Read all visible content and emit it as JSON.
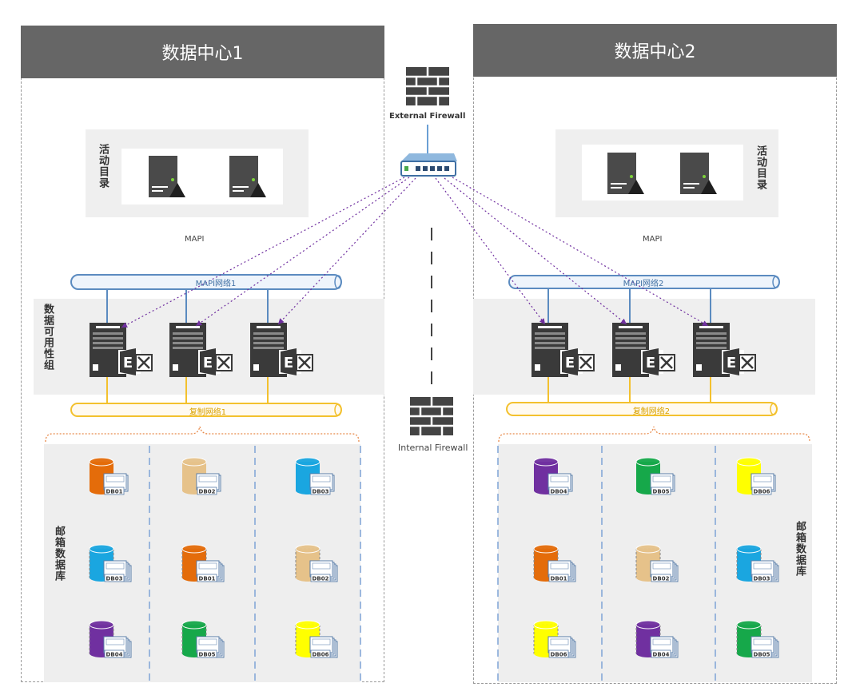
{
  "dc1": {
    "title": "数据中心1",
    "ad_label": "活动目录",
    "mapi": "MAPI",
    "mapi_net": "MAPI网络1",
    "repl_net": "复制网络1",
    "dag_label": "数据可用性组",
    "mailbox_label": "邮箱数据库"
  },
  "dc2": {
    "title": "数据中心2",
    "ad_label": "活动目录",
    "mapi": "MAPI",
    "mapi_net": "MAPI网络2",
    "repl_net": "复制网络2",
    "mailbox_label": "邮箱数据库"
  },
  "external_firewall": "External Firewall",
  "internal_firewall": "Internal Firewall",
  "colors": {
    "orange": "#e46c0a",
    "tan": "#e6c28a",
    "blue": "#1aa6e0",
    "purple": "#7030a0",
    "green": "#16a84a",
    "yellow": "#ffff00",
    "pipe_blue": "#5b8bc0",
    "pipe_yellow": "#f3c12e",
    "link_purple": "#7030a0"
  },
  "dc1_db_rows": [
    [
      {
        "color": "orange",
        "label": "DB01",
        "type": "active"
      },
      {
        "color": "tan",
        "label": "DB02",
        "type": "active"
      },
      {
        "color": "blue",
        "label": "DB03",
        "type": "active"
      }
    ],
    [
      {
        "color": "blue",
        "label": "DB03",
        "type": "copy"
      },
      {
        "color": "orange",
        "label": "DB01",
        "type": "copy"
      },
      {
        "color": "tan",
        "label": "DB02",
        "type": "copy"
      }
    ],
    [
      {
        "color": "purple",
        "label": "DB04",
        "type": "copy"
      },
      {
        "color": "green",
        "label": "DB05",
        "type": "copy"
      },
      {
        "color": "yellow",
        "label": "DB06",
        "type": "copy"
      }
    ]
  ],
  "dc2_db_rows": [
    [
      {
        "color": "purple",
        "label": "DB04",
        "type": "active"
      },
      {
        "color": "green",
        "label": "DB05",
        "type": "active"
      },
      {
        "color": "yellow",
        "label": "DB06",
        "type": "active"
      }
    ],
    [
      {
        "color": "orange",
        "label": "DB01",
        "type": "copy"
      },
      {
        "color": "tan",
        "label": "DB02",
        "type": "copy"
      },
      {
        "color": "blue",
        "label": "DB03",
        "type": "copy"
      }
    ],
    [
      {
        "color": "yellow",
        "label": "DB06",
        "type": "copy"
      },
      {
        "color": "purple",
        "label": "DB04",
        "type": "copy"
      },
      {
        "color": "green",
        "label": "DB05",
        "type": "copy"
      }
    ]
  ]
}
